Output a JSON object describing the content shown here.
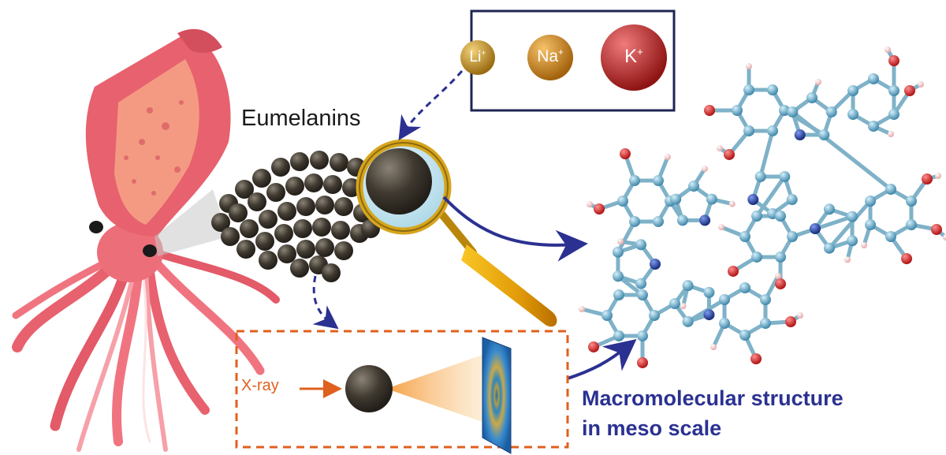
{
  "labels": {
    "eumelanins": "Eumelanins",
    "xray": "X-ray",
    "macro_line1": "Macromolecular structure",
    "macro_line2": "in meso scale"
  },
  "ions": [
    {
      "symbol": "Li",
      "charge": "+"
    },
    {
      "symbol": "Na",
      "charge": "+"
    },
    {
      "symbol": "K",
      "charge": "+"
    }
  ],
  "colors": {
    "arrow_blue": "#2b3191",
    "xray_orange": "#e0601d",
    "squid_pink": "#e8616e",
    "granule_dark": "#3a342c",
    "atom_carbon": "#5aa5c7",
    "atom_oxygen": "#d42727",
    "atom_nitrogen": "#1f3c9c",
    "atom_hydrogen": "#f3c6c6",
    "ion_li": "#c8922a",
    "ion_na": "#d18a1f",
    "ion_k": "#c72828"
  }
}
